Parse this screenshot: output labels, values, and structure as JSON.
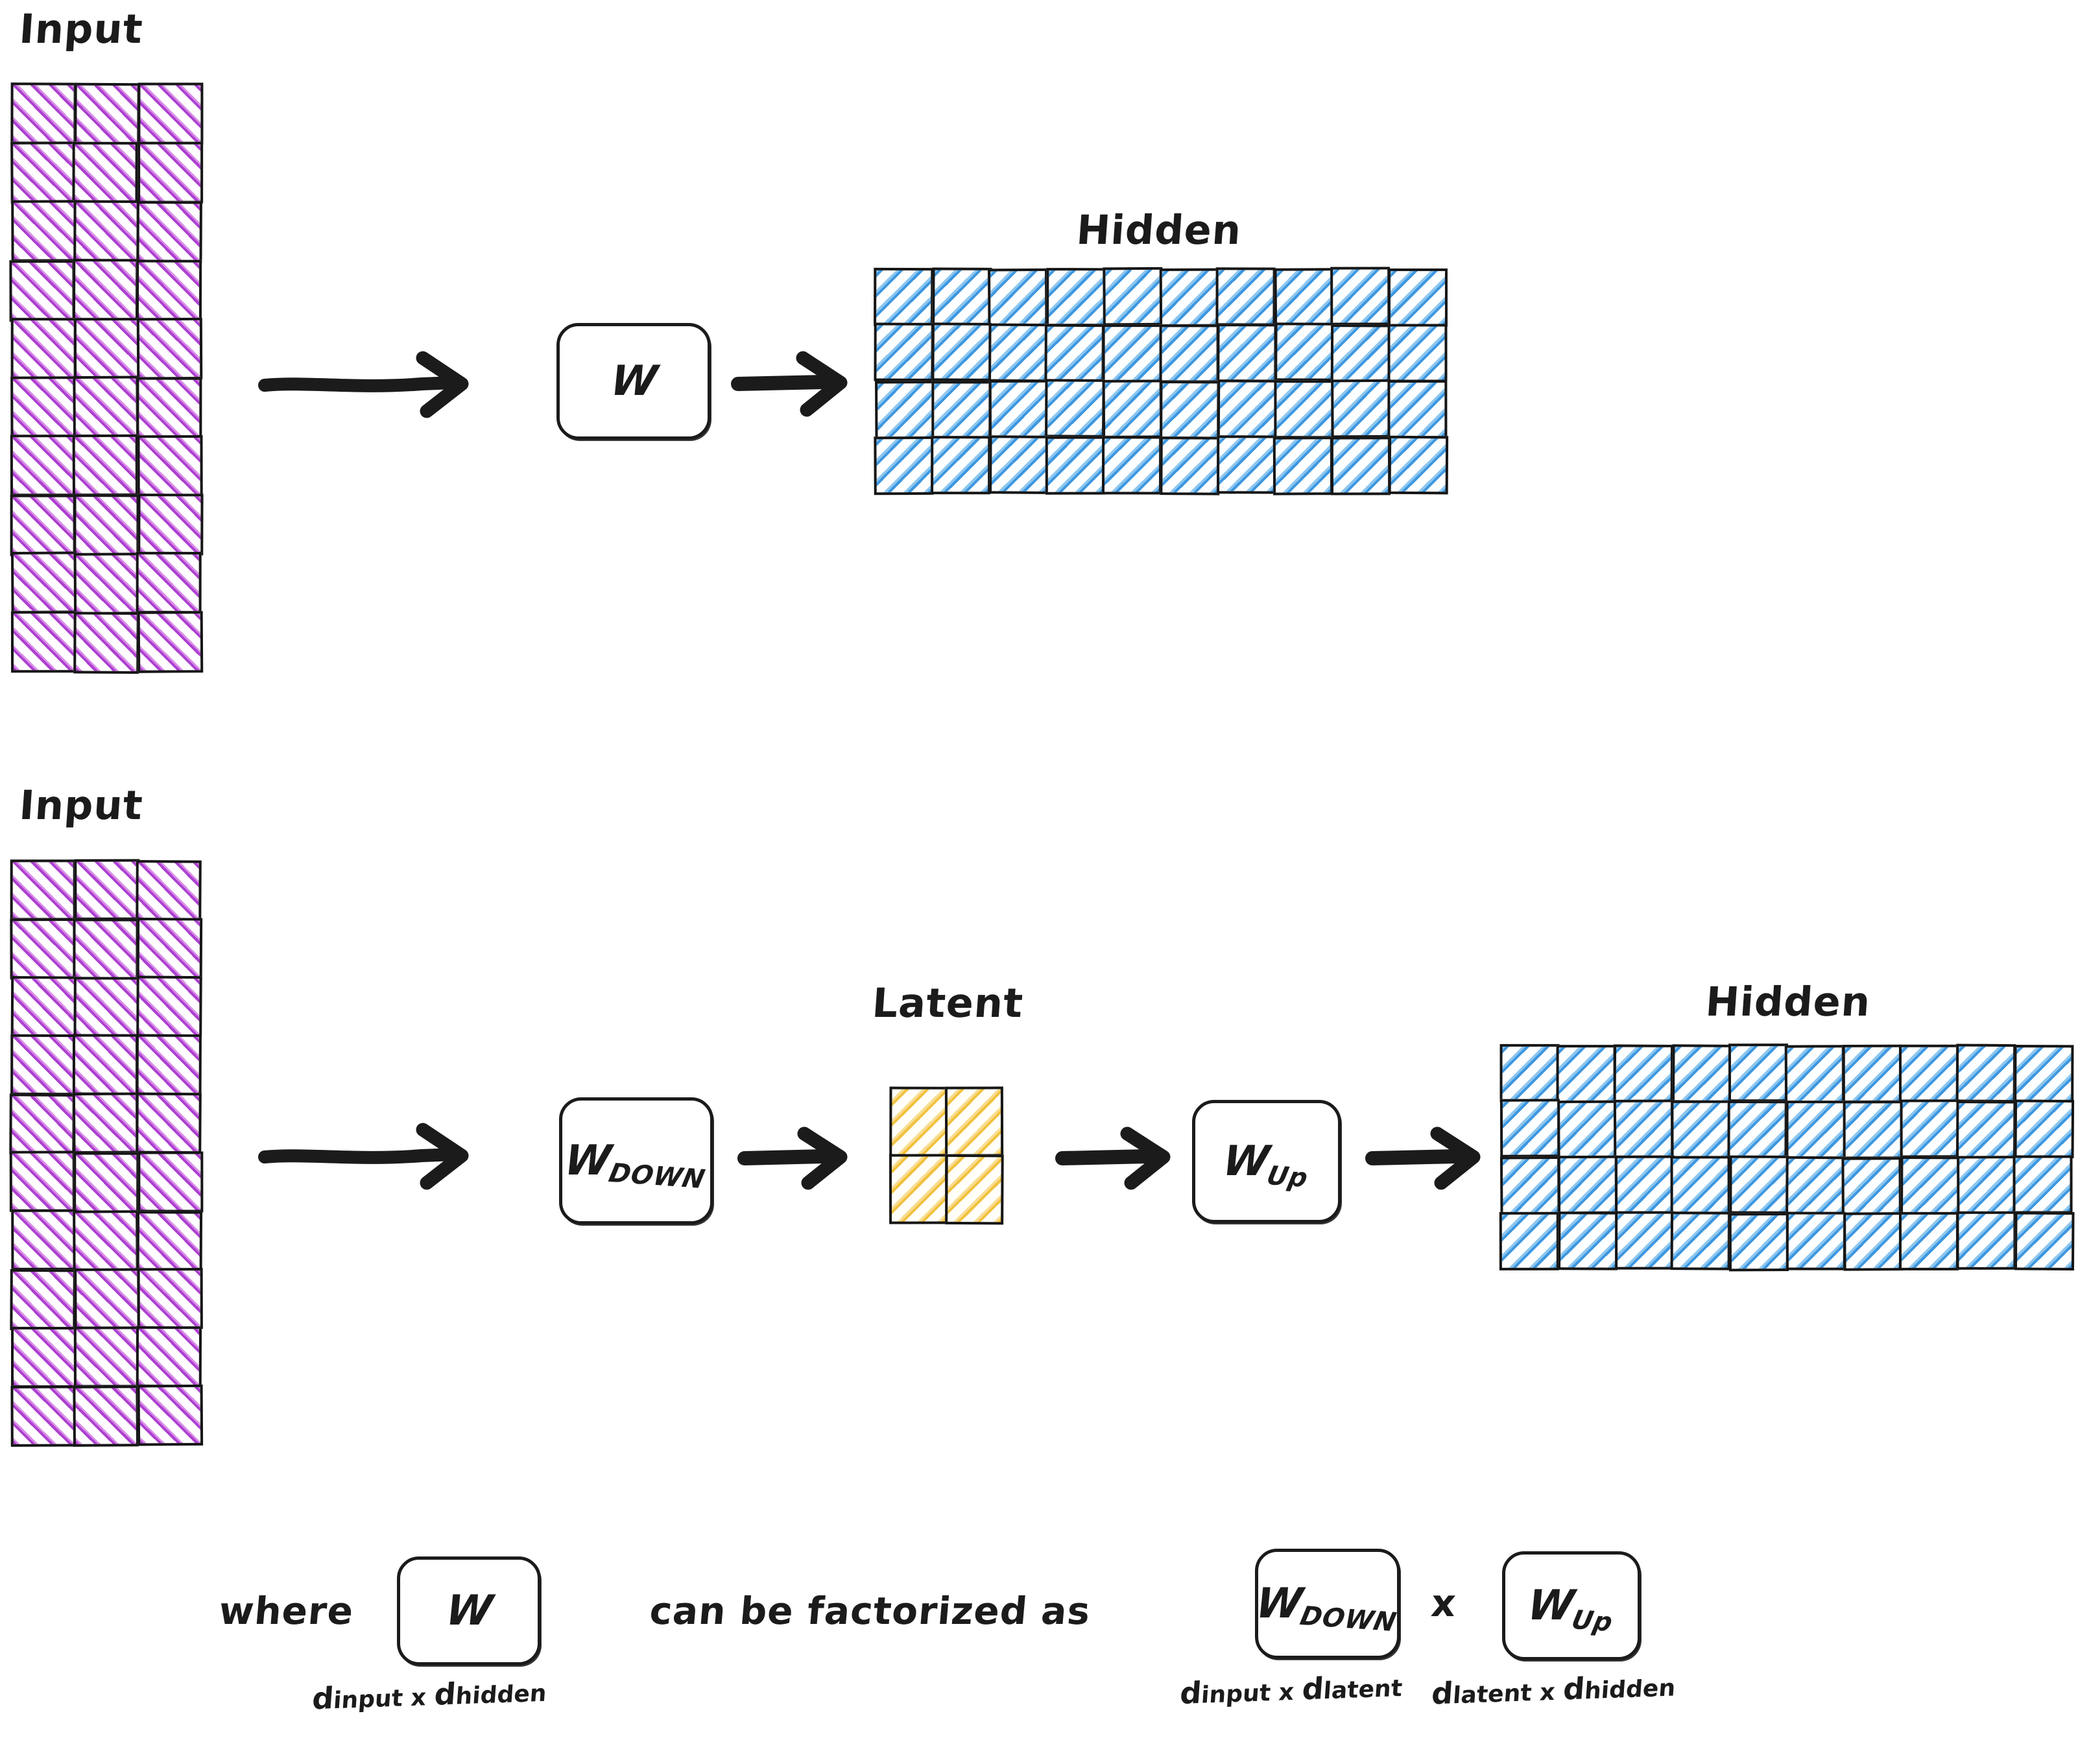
{
  "diagram": {
    "title_row1_input": "Input",
    "title_row1_hidden": "Hidden",
    "title_row2_input": "Input",
    "title_row2_latent": "Latent",
    "title_row2_hidden": "Hidden",
    "op_w": "W",
    "op_wdown_main": "W",
    "op_wdown_sub": "DOWN",
    "op_wup_main": "W",
    "op_wup_sub": "Up",
    "colors": {
      "input_hatch": "#ad3fd0",
      "hidden_hatch": "#3d97e0",
      "latent_hatch": "#f2c13e",
      "stroke": "#1b1b1b",
      "background": "#ffffff"
    }
  },
  "matrices": {
    "input_top": {
      "rows": 10,
      "cols": 3,
      "fill": "purple"
    },
    "hidden_top": {
      "rows": 4,
      "cols": 10,
      "fill": "blue"
    },
    "input_bottom": {
      "rows": 10,
      "cols": 3,
      "fill": "purple"
    },
    "latent": {
      "rows": 2,
      "cols": 2,
      "fill": "yellow"
    },
    "hidden_bottom": {
      "rows": 4,
      "cols": 10,
      "fill": "blue"
    }
  },
  "caption": {
    "where": "where",
    "w_label": "W",
    "w_dims_d1": "d",
    "w_dims_s1": "input",
    "w_dims_x": "x",
    "w_dims_d2": "d",
    "w_dims_s2": "hidden",
    "can_be_factorized_as": "can be factorized as",
    "wdown_main": "W",
    "wdown_sub": "DOWN",
    "wdown_dims_d1": "d",
    "wdown_dims_s1": "input",
    "wdown_dims_x": "x",
    "wdown_dims_d2": "d",
    "wdown_dims_s2": "latent",
    "times": "x",
    "wup_main": "W",
    "wup_sub": "Up",
    "wup_dims_d1": "d",
    "wup_dims_s1": "latent",
    "wup_dims_x": "x",
    "wup_dims_d2": "d",
    "wup_dims_s2": "hidden"
  }
}
